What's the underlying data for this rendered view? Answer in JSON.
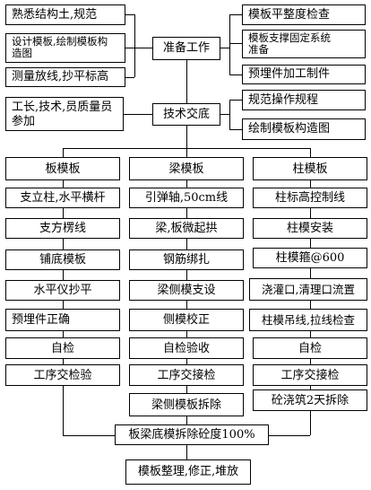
{
  "prep": {
    "inputs": [
      "熟悉结构土,规范",
      "设计模板,绘制模板构造图",
      "测量放线,抄平标高"
    ],
    "center": "准备工作",
    "outputs": [
      "模板平整度检查",
      "模板支撑固定系统准备",
      "预埋件加工制件"
    ]
  },
  "tech": {
    "input": "工长,技术,员质量员参加",
    "center": "技术交底",
    "outputs": [
      "规范操作规程",
      "绘制模板构造图"
    ]
  },
  "columns": [
    {
      "header": "板模板",
      "steps": [
        "支立柱,水平横杆",
        "支方楞线",
        "铺底模板",
        "水平仪抄平",
        "预埋件正确",
        "自检",
        "工序交检验"
      ]
    },
    {
      "header": "梁模板",
      "steps": [
        "引弹轴,50cm线",
        "梁,板微起拱",
        "钢筋绑扎",
        "梁侧模支设",
        "侧模校正",
        "自检验收",
        "工序交接检",
        "梁侧模板拆除"
      ]
    },
    {
      "header": "柱模板",
      "steps": [
        "柱标高控制线",
        "柱模安装",
        "柱模箍@600",
        "浇灌口,清理口流置",
        "柱模吊线,拉线检查",
        "自检",
        "工序交接检",
        "砼浇筑2天拆除"
      ]
    }
  ],
  "removal": "板梁底模拆除砼度100%",
  "final": "模板整理,修正,堆放"
}
